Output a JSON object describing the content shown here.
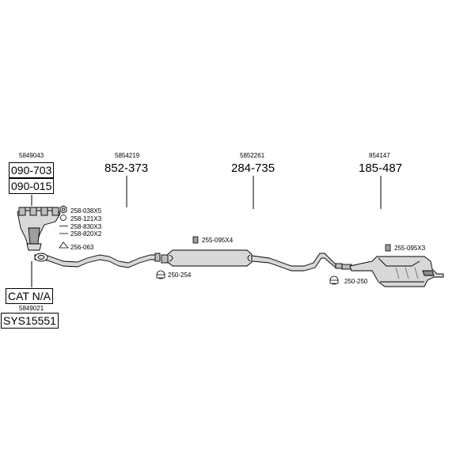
{
  "colors": {
    "ink": "#000000",
    "part_fill": "#d8d8d8",
    "part_dark": "#8c8c8c",
    "background": "#ffffff"
  },
  "manifold": {
    "oem": "5849043",
    "codes": [
      "090-703",
      "090-015"
    ],
    "hardware": [
      "258-038X5",
      "258-121X3",
      "258-830X3",
      "258-820X2"
    ],
    "gasket": "256-063"
  },
  "catalyst": {
    "label": "CAT N/A",
    "oem": "5849021",
    "system_code": "SYS15551"
  },
  "front_pipe": {
    "oem": "5854219",
    "code": "852-373",
    "clamp": "250-254"
  },
  "middle_silencer": {
    "oem": "5852261",
    "code": "284-735",
    "mount": "255-095X4"
  },
  "rear_silencer": {
    "oem": "854147",
    "code": "185-487",
    "mount": "255-095X3",
    "clamp": "250-250"
  }
}
